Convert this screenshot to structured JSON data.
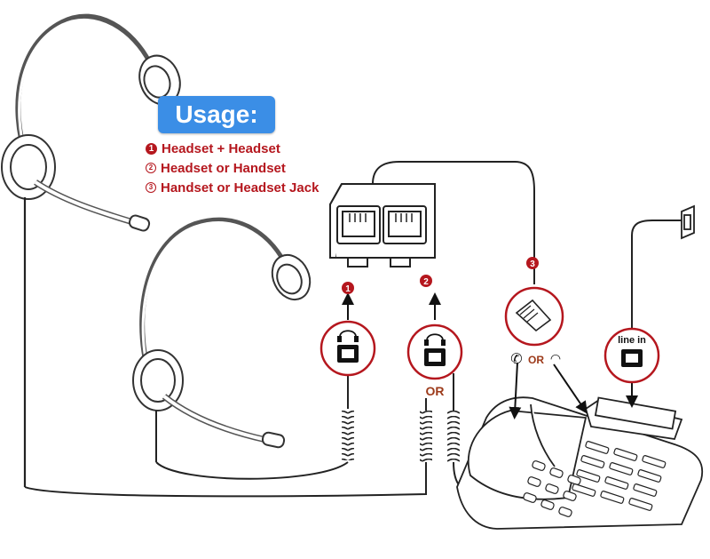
{
  "usage": {
    "title": "Usage:",
    "items": [
      {
        "num": "1",
        "label": "Headset + Headset"
      },
      {
        "num": "2",
        "label": "Headset or Handset"
      },
      {
        "num": "3",
        "label": "Handset or Headset Jack"
      }
    ]
  },
  "markers": {
    "m1": "1",
    "m2": "2",
    "m3": "3"
  },
  "labels": {
    "or_jack2": "OR",
    "or_handset": "OR",
    "line_in": "line in"
  },
  "colors": {
    "accent": "#b5171e",
    "badge": "#3b8ee6",
    "line": "#222222"
  }
}
